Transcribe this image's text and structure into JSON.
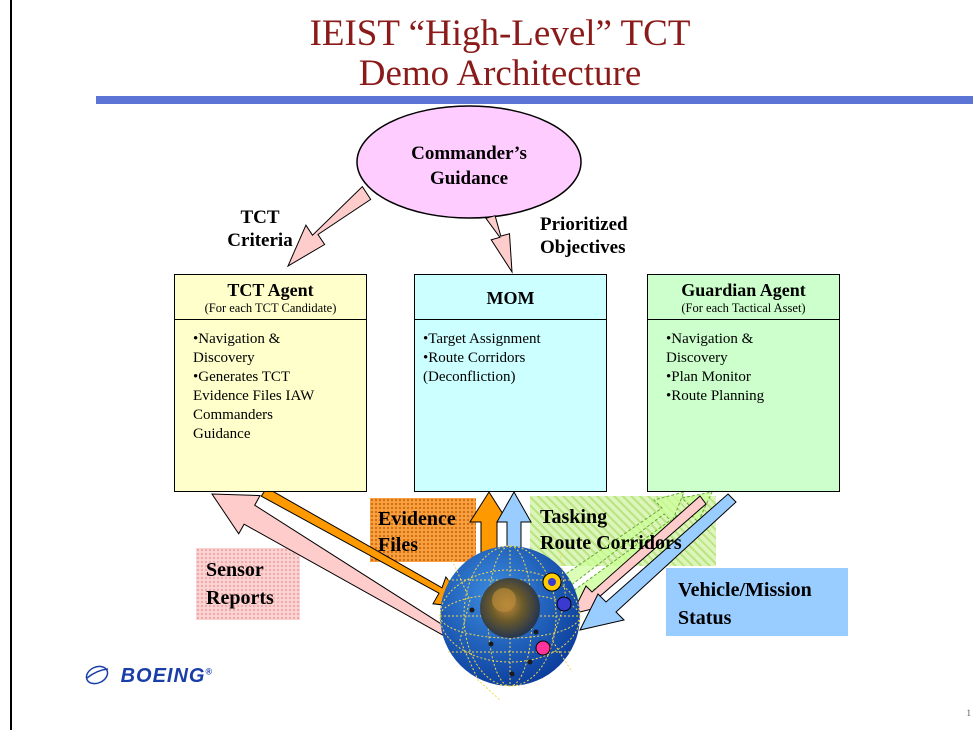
{
  "title": {
    "line1": "IEIST “High-Level” TCT",
    "line2": "Demo Architecture"
  },
  "guidance": {
    "line1": "Commander’s",
    "line2": "Guidance"
  },
  "labels": {
    "tct_criteria": [
      "TCT",
      "Criteria"
    ],
    "prioritized_objectives": [
      "Prioritized",
      "Objectives"
    ],
    "evidence_files": [
      "Evidence",
      "Files"
    ],
    "tasking": [
      "Tasking",
      "Route Corridors"
    ],
    "sensor_reports": [
      "Sensor",
      "Reports"
    ],
    "vehicle_status": [
      "Vehicle/Mission",
      "Status"
    ]
  },
  "boxes": {
    "tct": {
      "title": "TCT Agent",
      "subtitle": "(For each TCT Candidate)",
      "lines": [
        "•Navigation &",
        "Discovery",
        "•Generates TCT",
        "Evidence Files IAW",
        "Commanders",
        "Guidance"
      ]
    },
    "mom": {
      "title": "MOM",
      "lines": [
        "•Target Assignment",
        "•Route Corridors",
        "(Deconfliction)"
      ]
    },
    "guardian": {
      "title": "Guardian Agent",
      "subtitle": "(For each Tactical Asset)",
      "lines": [
        "•Navigation &",
        "Discovery",
        "•Plan Monitor",
        "•Route Planning"
      ]
    }
  },
  "logo": {
    "text": "BOEING",
    "registered": "®"
  },
  "page_number": "1",
  "colors": {
    "title": "#8b1a1a",
    "title_bar": "#5b74d6",
    "guidance_fill": "#ffccff",
    "tct_box": "#ffffcc",
    "mom_box": "#ccffff",
    "guardian_box": "#ccffcc",
    "pink_arrow": "#ffcccc",
    "orange_arrow": "#ff9900",
    "blue_arrow": "#99ccff",
    "green_arrow": "#ccff99",
    "boeing_blue": "#1a3ea8"
  },
  "icons": {
    "logo": "boeing-stratotype-icon",
    "globe": "network-globe-icon"
  }
}
